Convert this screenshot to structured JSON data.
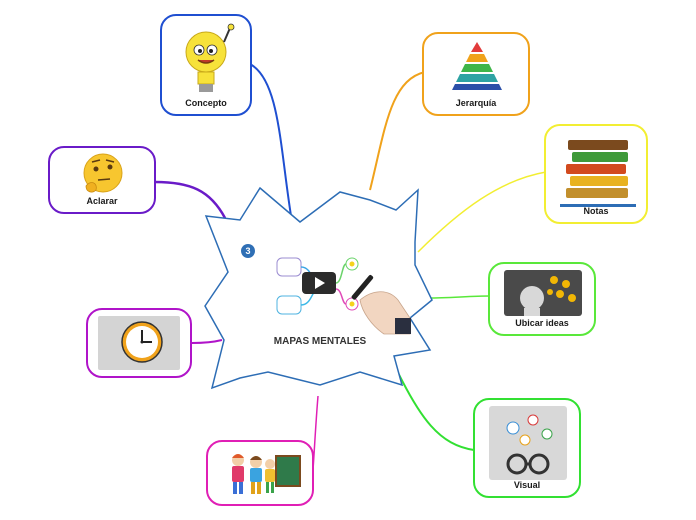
{
  "center": {
    "title": "MAPAS MENTALES",
    "badge": "3"
  },
  "nodes": [
    {
      "id": "concepto",
      "label": "Concepto",
      "border": "#1f4fd1",
      "link": "#1f4fd1",
      "icon": "lightbulb-mascot-icon"
    },
    {
      "id": "jerarquia",
      "label": "Jerarquía",
      "border": "#f0a21b",
      "link": "#f0a21b",
      "icon": "pyramid-icon"
    },
    {
      "id": "notas",
      "label": "Notas",
      "border": "#f2ee32",
      "link": "#f2ee32",
      "icon": "books-stack-icon"
    },
    {
      "id": "ubicar-ideas",
      "label": "Ubicar ideas",
      "border": "#59e83a",
      "link": "#59e83a",
      "icon": "thinking-head-icon"
    },
    {
      "id": "visual",
      "label": "Visual",
      "border": "#32e032",
      "link": "#32e032",
      "icon": "glasses-ideas-icon"
    },
    {
      "id": "aclarar",
      "label": "Aclarar",
      "border": "#6a1bc8",
      "link": "#6a1bc8",
      "icon": "thinking-emoji-icon"
    },
    {
      "id": "reloj",
      "label": "",
      "border": "#b014c9",
      "link": "#b014c9",
      "icon": "clock-icon"
    },
    {
      "id": "ninos",
      "label": "",
      "border": "#e01fb5",
      "link": "#e01fb5",
      "icon": "children-blackboard-icon"
    }
  ],
  "colors": {
    "center_border": "#2d6db5",
    "books_banner": "#2d6db5"
  }
}
